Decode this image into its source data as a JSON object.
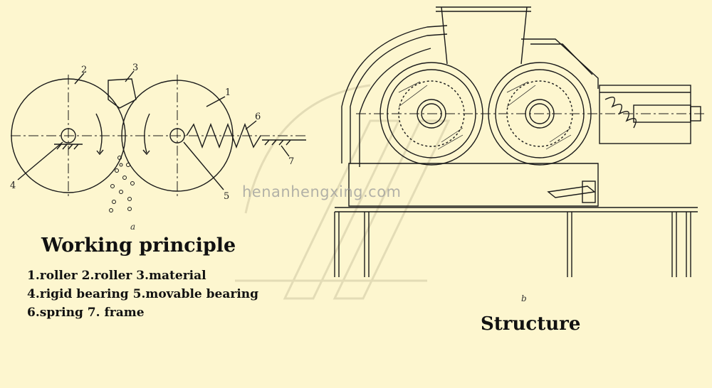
{
  "diagram_a": {
    "caption": "a",
    "callouts": [
      "1",
      "2",
      "3",
      "4",
      "5",
      "6",
      "7"
    ]
  },
  "working_principle": {
    "title": "Working principle",
    "legend_line1": "1.roller  2.roller  3.material",
    "legend_line2": "4.rigid bearing  5.movable bearing",
    "legend_line3": "6.spring  7.  frame"
  },
  "diagram_b": {
    "caption": "b",
    "title": "Structure"
  },
  "watermark": "henanhengxing.com",
  "colors": {
    "background": "#fdf6cf",
    "line": "#1a1a1a",
    "watermark": "#9a9a9a"
  }
}
